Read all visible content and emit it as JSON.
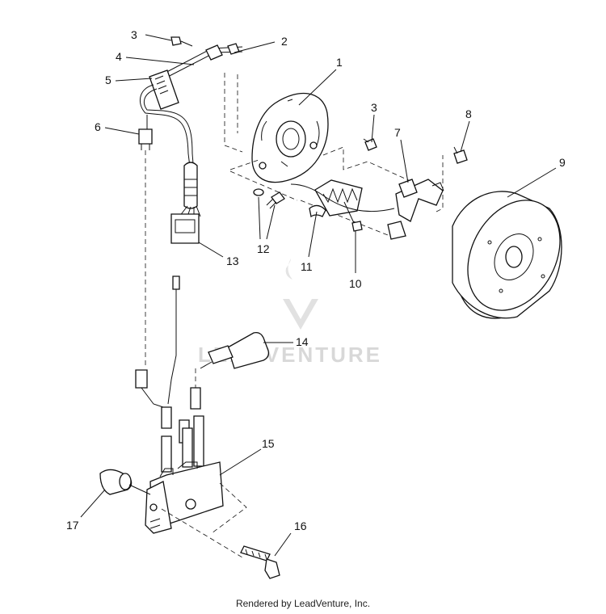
{
  "watermark": {
    "text": "LEADVENTURE"
  },
  "callouts": [
    "1",
    "2",
    "3",
    "3",
    "4",
    "5",
    "6",
    "7",
    "8",
    "9",
    "10",
    "11",
    "12",
    "13",
    "14",
    "15",
    "16",
    "17"
  ],
  "footer": {
    "text": "Rendered by LeadVenture, Inc."
  }
}
